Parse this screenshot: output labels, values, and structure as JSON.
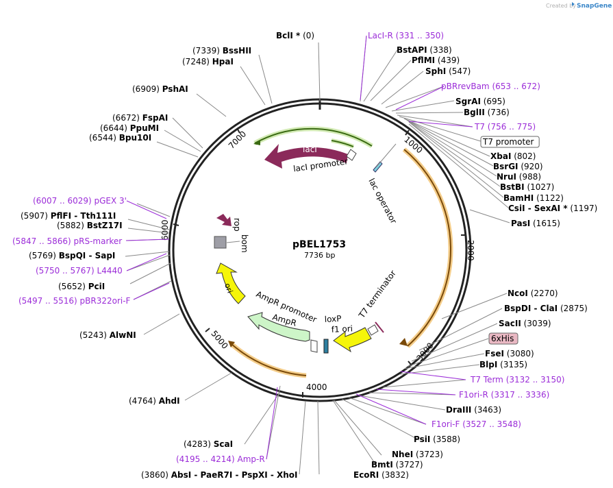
{
  "watermark": {
    "created_by": "Created by",
    "brand": "SnapGene"
  },
  "plasmid": {
    "name": "pBEL1753",
    "size": "7736 bp",
    "length": 7736
  },
  "colors": {
    "lacI": "#8b2a5a",
    "rop": "#8b2a5a",
    "bom": "#9e9ea6",
    "ori": "#f5f50a",
    "f1_ori": "#f5f50a",
    "ampR": "#cdf5c8",
    "orange": "#d9860a",
    "green": "#7cbd34",
    "primer": "#9b2cd8",
    "tag": "#e9b8c3"
  },
  "ticks": [
    "1000",
    "2000",
    "3000",
    "4000",
    "5000",
    "6000",
    "7000"
  ],
  "labels": [
    {
      "pos": "(0)",
      "name": "BclI *",
      "side": "right",
      "color": "#000000"
    },
    {
      "pos": "(7339)",
      "name": "BssHII",
      "side": "left",
      "color": "#000000"
    },
    {
      "pos": "(7248)",
      "name": "HpaI",
      "side": "left",
      "color": "#000000"
    },
    {
      "pos": "(6909)",
      "name": "PshAI",
      "side": "left",
      "color": "#000000"
    },
    {
      "pos": "(6672)",
      "name": "FspAI",
      "side": "left",
      "color": "#000000"
    },
    {
      "pos": "(6644)",
      "name": "PpuMI",
      "side": "left",
      "color": "#000000"
    },
    {
      "pos": "(6544)",
      "name": "Bpu10I",
      "side": "left",
      "color": "#000000"
    },
    {
      "pos": "(6007 .. 6029)",
      "name": "pGEX 3'",
      "side": "left",
      "color": "#9b2cd8"
    },
    {
      "pos": "(5907)",
      "name": "PflFI",
      "name2": "Tth111I",
      "side": "left",
      "color": "#000000"
    },
    {
      "pos": "(5882)",
      "name": "BstZ17I",
      "side": "left",
      "color": "#000000"
    },
    {
      "pos": "(5847 .. 5866)",
      "name": "pRS-marker",
      "side": "left",
      "color": "#9b2cd8"
    },
    {
      "pos": "(5769)",
      "name": "BspQI",
      "name2": "SapI",
      "side": "left",
      "color": "#000000"
    },
    {
      "pos": "(5750 .. 5767)",
      "name": "L4440",
      "side": "left",
      "color": "#9b2cd8"
    },
    {
      "pos": "(5652)",
      "name": "PciI",
      "side": "left",
      "color": "#000000"
    },
    {
      "pos": "(5497 .. 5516)",
      "name": "pBR322ori-F",
      "side": "left",
      "color": "#9b2cd8"
    },
    {
      "pos": "(5243)",
      "name": "AlwNI",
      "side": "left",
      "color": "#000000"
    },
    {
      "pos": "(4764)",
      "name": "AhdI",
      "side": "left",
      "color": "#000000"
    },
    {
      "pos": "(4283)",
      "name": "ScaI",
      "side": "left",
      "color": "#000000"
    },
    {
      "pos": "(4195 .. 4214)",
      "name": "Amp-R",
      "side": "left",
      "color": "#9b2cd8"
    },
    {
      "pos": "(3860)",
      "name": "AbsI",
      "name2": "PaeR7I",
      "name3": "PspXI",
      "name4": "XhoI",
      "side": "left",
      "color": "#000000"
    },
    {
      "pos": "(3832)",
      "name": "EcoRI",
      "side": "right",
      "color": "#000000"
    },
    {
      "pos": "(3727)",
      "name": "BmtI",
      "side": "right",
      "color": "#000000"
    },
    {
      "pos": "(3723)",
      "name": "NheI",
      "side": "right",
      "color": "#000000"
    },
    {
      "pos": "(3588)",
      "name": "PsiI",
      "side": "right",
      "color": "#000000"
    },
    {
      "pos": "(3527 .. 3548)",
      "name": "F1ori-F",
      "side": "right",
      "color": "#9b2cd8"
    },
    {
      "pos": "(3463)",
      "name": "DraIII",
      "side": "right",
      "color": "#000000"
    },
    {
      "pos": "(3317 .. 3336)",
      "name": "F1ori-R",
      "side": "right",
      "color": "#9b2cd8"
    },
    {
      "pos": "(3132 .. 3150)",
      "name": "T7 Term",
      "side": "right",
      "color": "#9b2cd8"
    },
    {
      "pos": "(3135)",
      "name": "BlpI",
      "side": "right",
      "color": "#000000"
    },
    {
      "pos": "(3080)",
      "name": "FseI",
      "side": "right",
      "color": "#000000"
    },
    {
      "pos": "",
      "name": "6xHis",
      "side": "right",
      "color": "#000000",
      "tag": true
    },
    {
      "pos": "(3039)",
      "name": "SacII",
      "side": "right",
      "color": "#000000"
    },
    {
      "pos": "(2875)",
      "name": "BspDI",
      "name2": "ClaI",
      "side": "right",
      "color": "#000000"
    },
    {
      "pos": "(2270)",
      "name": "NcoI",
      "side": "right",
      "color": "#000000"
    },
    {
      "pos": "(1615)",
      "name": "PasI",
      "side": "right",
      "color": "#000000"
    },
    {
      "pos": "(1197)",
      "name": "CsiI",
      "name2": "SexAI *",
      "side": "right",
      "color": "#000000"
    },
    {
      "pos": "(1122)",
      "name": "BamHI",
      "side": "right",
      "color": "#000000"
    },
    {
      "pos": "(1027)",
      "name": "BstBI",
      "side": "right",
      "color": "#000000"
    },
    {
      "pos": "(988)",
      "name": "NruI",
      "side": "right",
      "color": "#000000"
    },
    {
      "pos": "(920)",
      "name": "BsrGI",
      "side": "right",
      "color": "#000000"
    },
    {
      "pos": "(802)",
      "name": "XbaI",
      "side": "right",
      "color": "#000000"
    },
    {
      "pos": "",
      "name": "T7 promoter",
      "side": "right",
      "color": "#000000",
      "boxed": true
    },
    {
      "pos": "(756 .. 775)",
      "name": "T7",
      "side": "right",
      "color": "#9b2cd8"
    },
    {
      "pos": "(736)",
      "name": "BglII",
      "side": "right",
      "color": "#000000"
    },
    {
      "pos": "(695)",
      "name": "SgrAI",
      "side": "right",
      "color": "#000000"
    },
    {
      "pos": "(653 .. 672)",
      "name": "pBRrevBam",
      "side": "right",
      "color": "#9b2cd8"
    },
    {
      "pos": "(547)",
      "name": "SphI",
      "side": "right",
      "color": "#000000"
    },
    {
      "pos": "(439)",
      "name": "PflMI",
      "side": "right",
      "color": "#000000"
    },
    {
      "pos": "(338)",
      "name": "BstAPI",
      "side": "right",
      "color": "#000000"
    },
    {
      "pos": "(331 .. 350)",
      "name": "LacI-R",
      "side": "right",
      "color": "#9b2cd8"
    }
  ],
  "features": {
    "lacI": "lacI",
    "lacI_promoter": "lacI promoter",
    "lac_operator": "lac operator",
    "rop": "rop",
    "bom": "bom",
    "ori": "ori",
    "ampR_promoter": "AmpR promoter",
    "ampR": "AmpR",
    "loxP": "loxP",
    "f1_ori": "f1 ori",
    "t7_terminator": "T7 terminator"
  }
}
